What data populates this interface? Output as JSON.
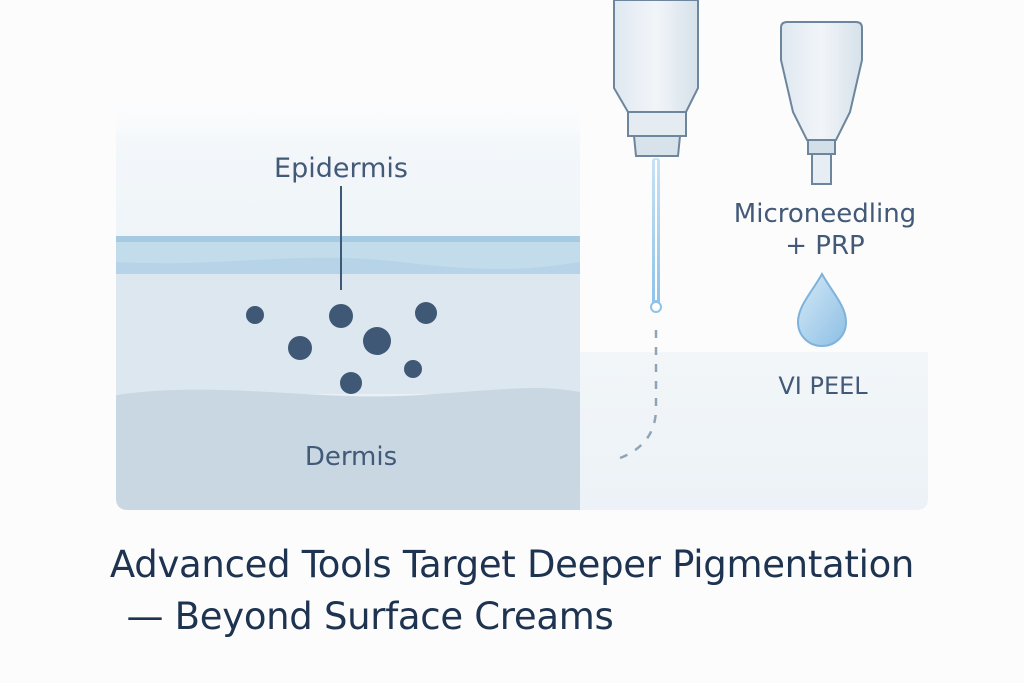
{
  "labels": {
    "epidermis": "Epidermis",
    "dermis": "Dermis",
    "microneedling_line1": "Microneedling",
    "microneedling_line2": "+ PRP",
    "peel": "VI PEEL"
  },
  "caption": {
    "line1": "Advanced Tools Target Deeper Pigmentation",
    "line2": "— Beyond Surface Creams"
  },
  "colors": {
    "panel_top": "#ffffff",
    "panel_mid": "#e7eff6",
    "epidermis_band": "#a9cbe3",
    "dermis_fill": "#cad8e4",
    "pigment": "#3f5876",
    "label": "#425a78",
    "device_body": "#e2ebf2",
    "device_stroke": "#6e869d",
    "laser_beam": "#9cc9ea",
    "droplet": "#a9d0ec"
  },
  "icons": [
    "laser-device-icon",
    "microneedling-device-icon",
    "serum-droplet-icon"
  ]
}
